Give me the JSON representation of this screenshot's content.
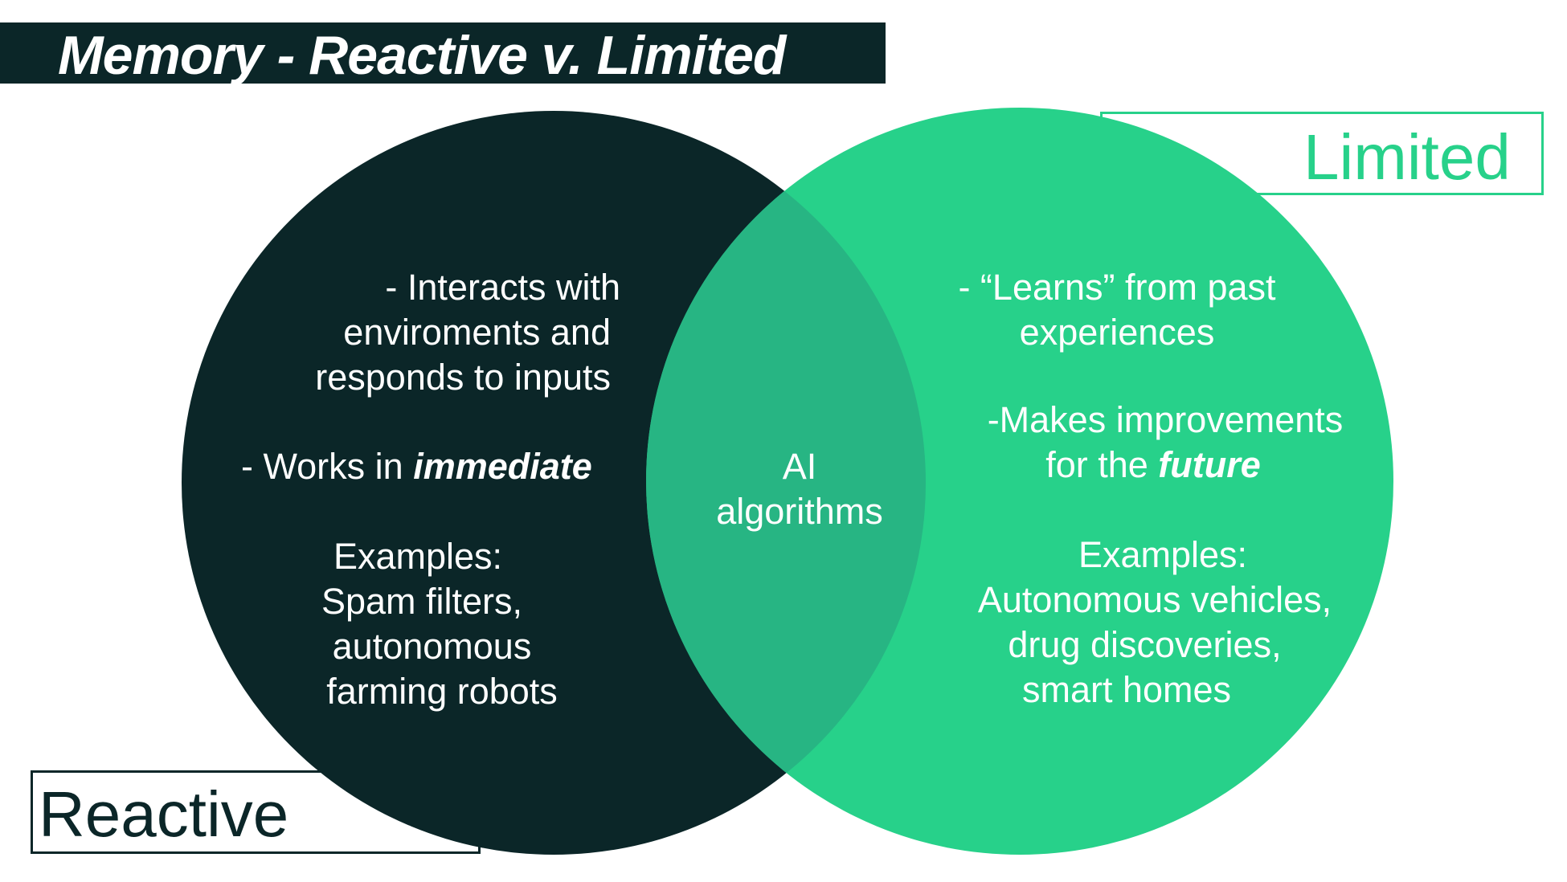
{
  "title": "Memory - Reactive v. Limited",
  "colors": {
    "dark": "#0b2628",
    "green": "#27d18a",
    "overlap": "#27b583"
  },
  "reactive": {
    "label": "Reactive",
    "line1": "- Interacts with",
    "line2": "enviroments and",
    "line3": "responds to inputs",
    "works_prefix": "- Works in ",
    "works_emph": "immediate",
    "examples_label": "Examples:",
    "ex1": "Spam filters,",
    "ex2": "autonomous",
    "ex3": "farming robots"
  },
  "overlap": {
    "line1": "AI",
    "line2": "algorithms"
  },
  "limited": {
    "label": "Limited",
    "line1": "- “Learns” from past",
    "line2": "experiences",
    "line3": "-Makes improvements",
    "line4_prefix": "for the ",
    "line4_emph": "future",
    "examples_label": "Examples:",
    "ex1": "Autonomous vehicles,",
    "ex2": "drug discoveries,",
    "ex3": "smart homes"
  }
}
